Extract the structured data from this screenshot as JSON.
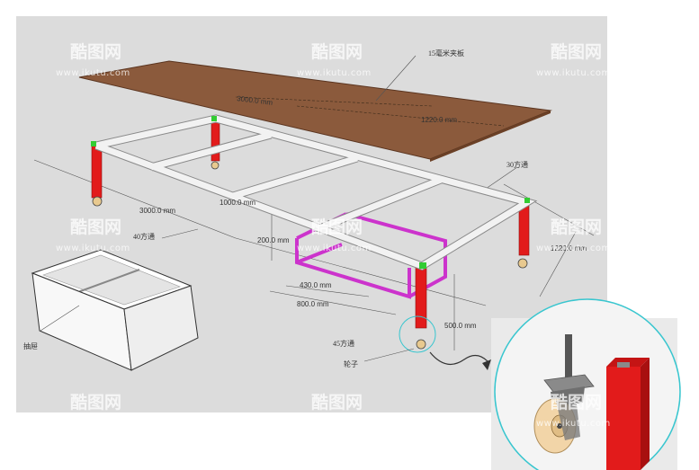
{
  "colors": {
    "background": "#dcdcdc",
    "tabletop": "#8b5a3c",
    "frame": "#f2f2f2",
    "frame_edge": "#8a8a8a",
    "legs": "#e21b1b",
    "drawer_frame": "#cc33cc",
    "corner_marker": "#33cc33",
    "dimension_line": "#555555",
    "detail_circle_stroke": "#39c6cf",
    "caster_wheel": "#f2d5a8"
  },
  "labels": {
    "plywood_label": "15毫米夹板",
    "top_length": "3000.0 mm",
    "top_width": "1220.0 mm",
    "tube_30": "30方通",
    "frame_length": "3000.0 mm",
    "mid_span": "1000.0 mm",
    "tube_40": "40方通",
    "drawer_height": "200.0 mm",
    "frame_width": "1220.0 mm",
    "drawer_width": "430.0 mm",
    "drawer_length": "800.0 mm",
    "leg_height": "500.0 mm",
    "tube_45": "45方通",
    "wheel": "轮子",
    "drawer": "抽屉"
  },
  "watermark": {
    "logo_text": "酷图网",
    "url": "www.ikutu.com"
  }
}
